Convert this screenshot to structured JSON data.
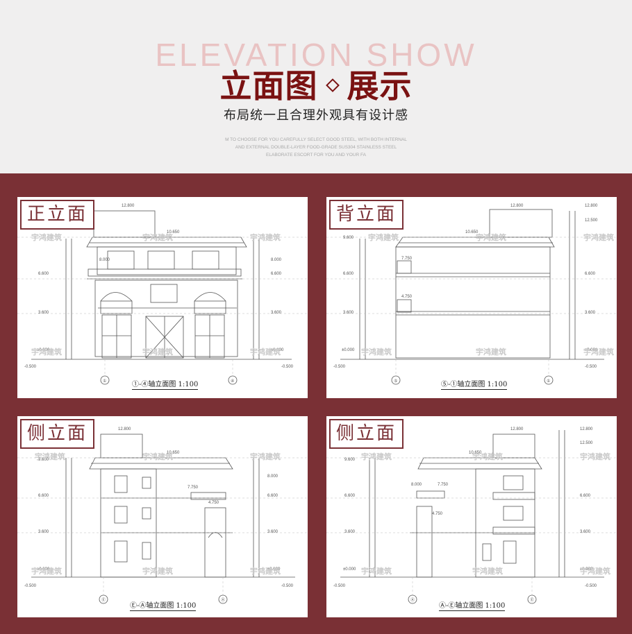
{
  "header": {
    "ghost_title": "ELEVATION SHOW",
    "title_left": "立面图",
    "title_right": "展示",
    "subtitle": "布局统一且合理外观具有设计感",
    "english": [
      "M TO CHOOSE FOR YOU CAREFULLY SELECT GOOD STEEL, WITH BOTH INTERNAL",
      "AND EXTERNAL DOUBLE-LAYER FOOD-GRADE SUS304 STAINLESS STEEL",
      "ELABORATE ESCORT FOR YOU AND YOUR FA"
    ]
  },
  "watermark": "宇鸿建筑",
  "panels": [
    {
      "label": "正立面",
      "caption": "①-④轴立面图  1:100",
      "axis_left": "①",
      "axis_right": "④",
      "levels": [
        "12.800",
        "10.650",
        "8.000",
        "6.600",
        "3.600",
        "±0.000",
        "-0.500"
      ]
    },
    {
      "label": "背立面",
      "caption": "⑤-①轴立面图  1:100",
      "axis_left": "⑤",
      "axis_right": "①",
      "levels": [
        "12.800",
        "10.650",
        "7.750",
        "4.750",
        "±0.000",
        "-0.500"
      ]
    },
    {
      "label": "侧立面",
      "caption": "Ⓔ-Ⓐ轴立面图  1:100",
      "axis_left": "Ⓔ",
      "axis_right": "Ⓐ",
      "levels": [
        "12.800",
        "10.650",
        "7.750",
        "4.750",
        "±0.000",
        "-0.500"
      ]
    },
    {
      "label": "侧立面",
      "caption": "Ⓐ-Ⓔ轴立面图  1:100",
      "axis_left": "Ⓐ",
      "axis_right": "Ⓔ",
      "levels": [
        "12.800",
        "10.650",
        "8.000",
        "7.750",
        "4.750",
        "±0.000",
        "-0.500"
      ]
    }
  ],
  "colors": {
    "accent": "#7a1212",
    "frame": "#7a3035"
  }
}
